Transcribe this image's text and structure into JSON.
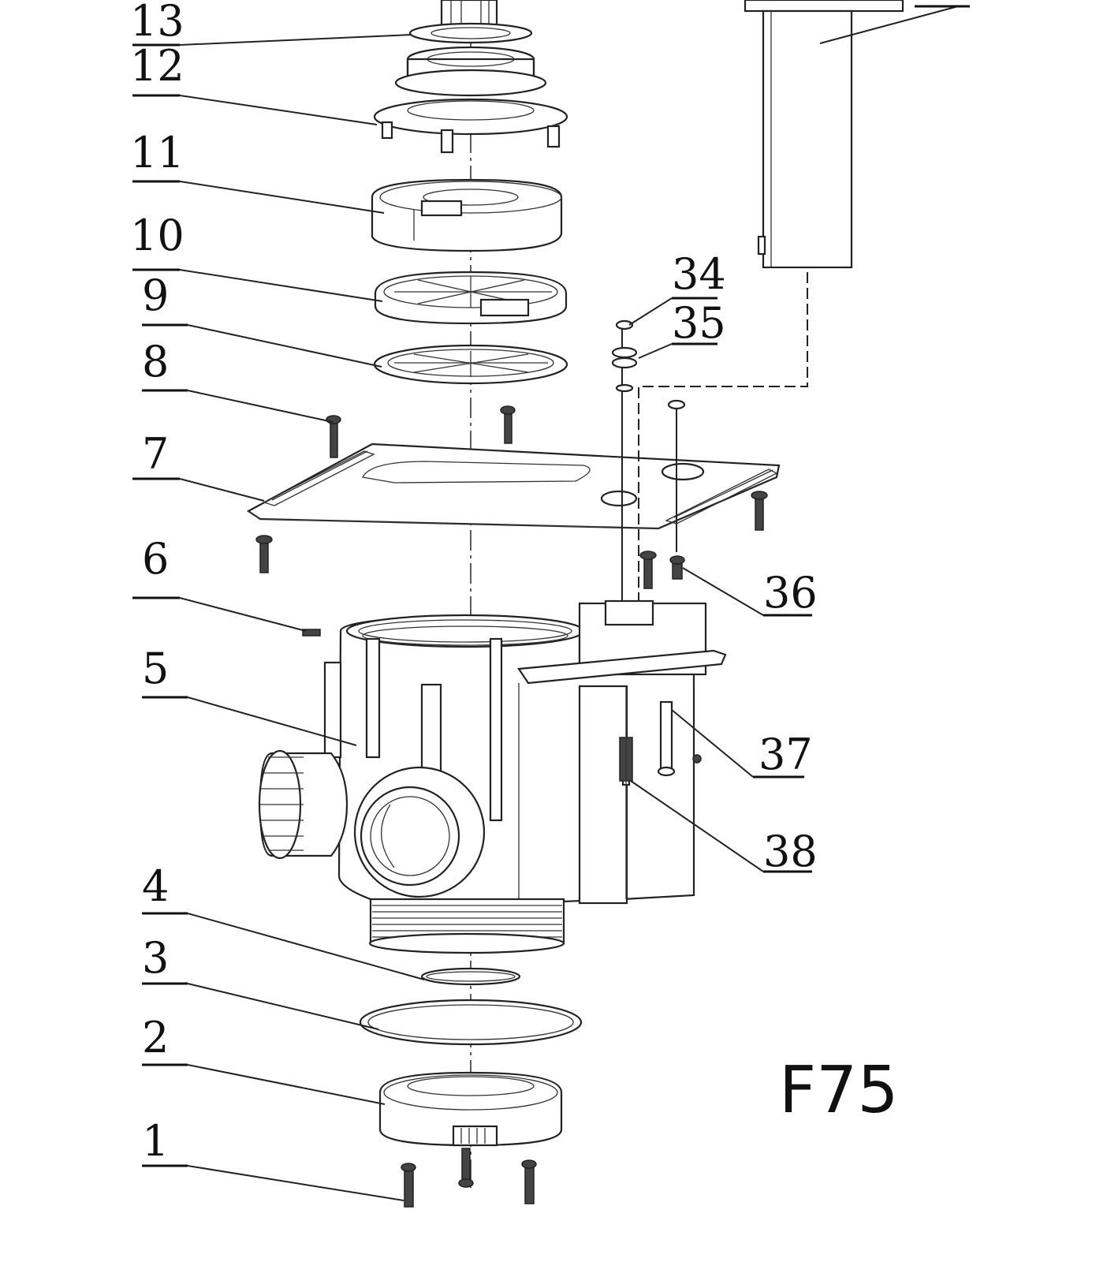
{
  "diagram": {
    "model_label": "F75",
    "part_labels": [
      {
        "id": "p13",
        "text": "13"
      },
      {
        "id": "p12",
        "text": "12"
      },
      {
        "id": "p11",
        "text": "11"
      },
      {
        "id": "p10",
        "text": "10"
      },
      {
        "id": "p9",
        "text": "9"
      },
      {
        "id": "p8",
        "text": "8"
      },
      {
        "id": "p7",
        "text": "7"
      },
      {
        "id": "p6",
        "text": "6"
      },
      {
        "id": "p5",
        "text": "5"
      },
      {
        "id": "p4",
        "text": "4"
      },
      {
        "id": "p3",
        "text": "3"
      },
      {
        "id": "p2",
        "text": "2"
      },
      {
        "id": "p1",
        "text": "1"
      },
      {
        "id": "p34",
        "text": "34"
      },
      {
        "id": "p35",
        "text": "35"
      },
      {
        "id": "p36",
        "text": "36"
      },
      {
        "id": "p37",
        "text": "37"
      },
      {
        "id": "p38",
        "text": "38"
      }
    ],
    "colors": {
      "line": "#222222",
      "background": "#ffffff"
    }
  }
}
